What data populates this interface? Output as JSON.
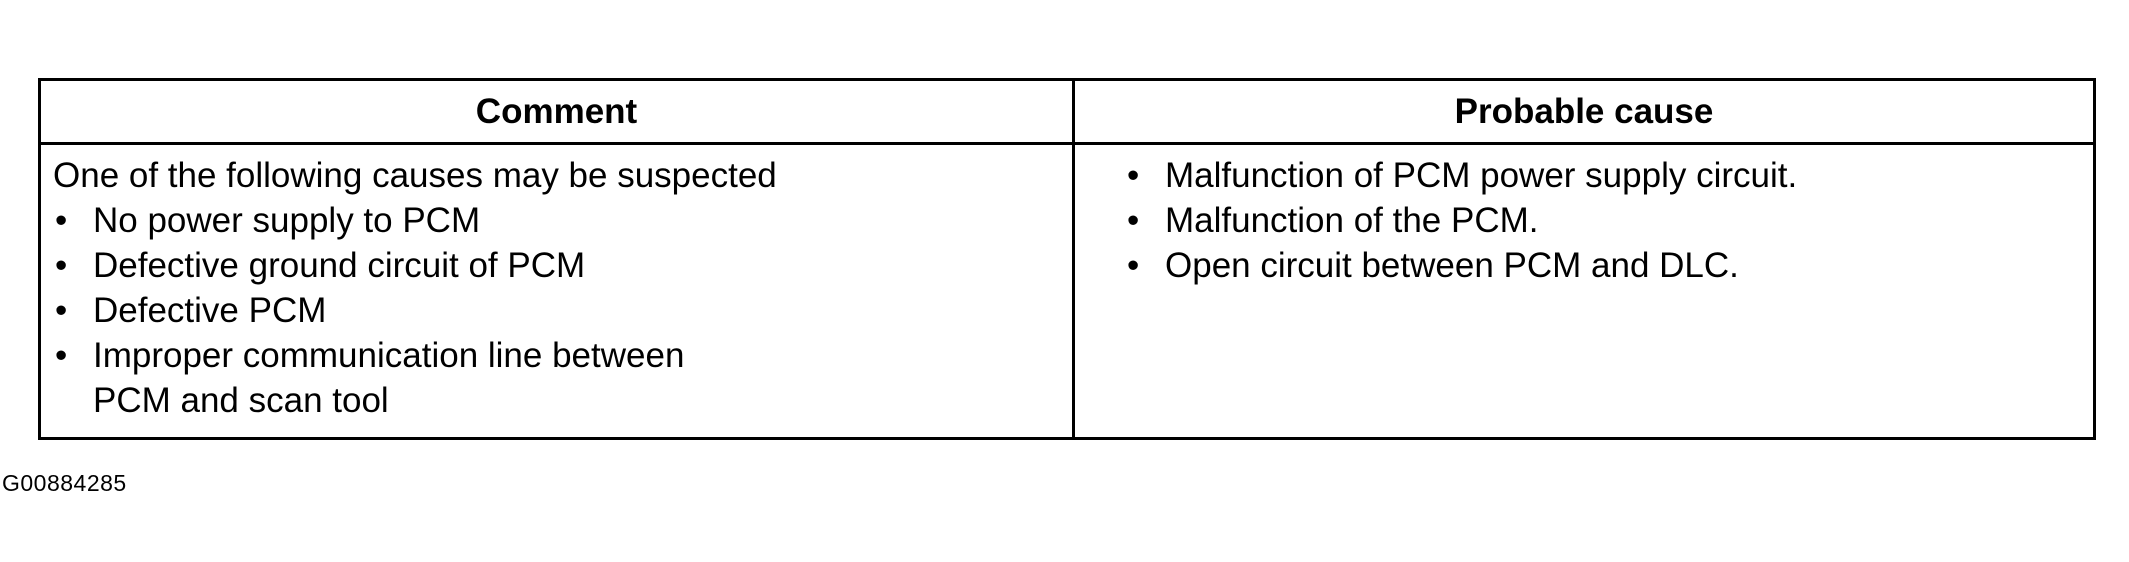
{
  "table": {
    "headers": {
      "comment": "Comment",
      "probable_cause": "Probable cause"
    },
    "comment": {
      "intro": "One of the following causes may be suspected",
      "items": [
        "No power supply to PCM",
        "Defective ground circuit of PCM",
        "Defective PCM",
        "Improper communication line between",
        "PCM and scan tool"
      ]
    },
    "probable_causes": [
      "Malfunction of PCM power supply circuit.",
      "Malfunction of the PCM.",
      "Open circuit between PCM and DLC."
    ],
    "bullet_glyph": "•"
  },
  "figure_id": "G00884285"
}
